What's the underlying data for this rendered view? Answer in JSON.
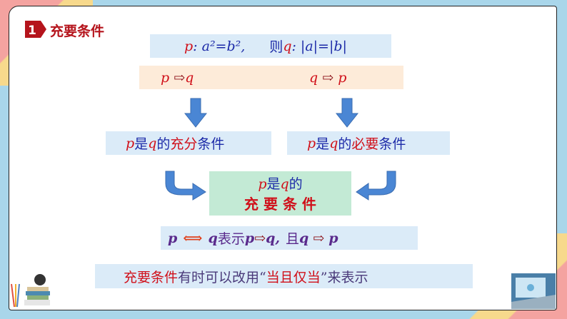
{
  "heading": {
    "number": "1",
    "title": "充要条件"
  },
  "premise": {
    "p": "p",
    "p_text": ": a²=b²,",
    "then": "则",
    "q": "q",
    "q_text": ": |a|=|b|"
  },
  "implications": {
    "left": {
      "a": "p",
      "arrow": "⇨",
      "b": "q"
    },
    "right": {
      "a": "q",
      "arrow": "⇨",
      "b": "p"
    }
  },
  "sufficient": {
    "p": "p",
    "is": "是",
    "q": "q",
    "of": "的",
    "key": "充分",
    "cond": "条件"
  },
  "necessary": {
    "p": "p",
    "is": "是",
    "q": "q",
    "of": "的",
    "key": "必要",
    "cond": "条件"
  },
  "conclusion": {
    "p": "p",
    "is": "是",
    "q": "q",
    "of": "的",
    "title": "充 要 条 件"
  },
  "notation": {
    "p": "p",
    "arrow": "⟺",
    "q": "q",
    "text": "表示",
    "p2": "p",
    "imp": "⇨",
    "q2": "q,",
    "and": "且",
    "q3": "q",
    "imp2": "⇨",
    "p3": "p"
  },
  "note": {
    "red1": "充要条件",
    "mid": "有时可以改用“",
    "red2": "当且仅当",
    "end": "”来表示"
  },
  "colors": {
    "accent": "#b5141c",
    "arrow": "#4a86d4",
    "green": "#c3ead5"
  }
}
